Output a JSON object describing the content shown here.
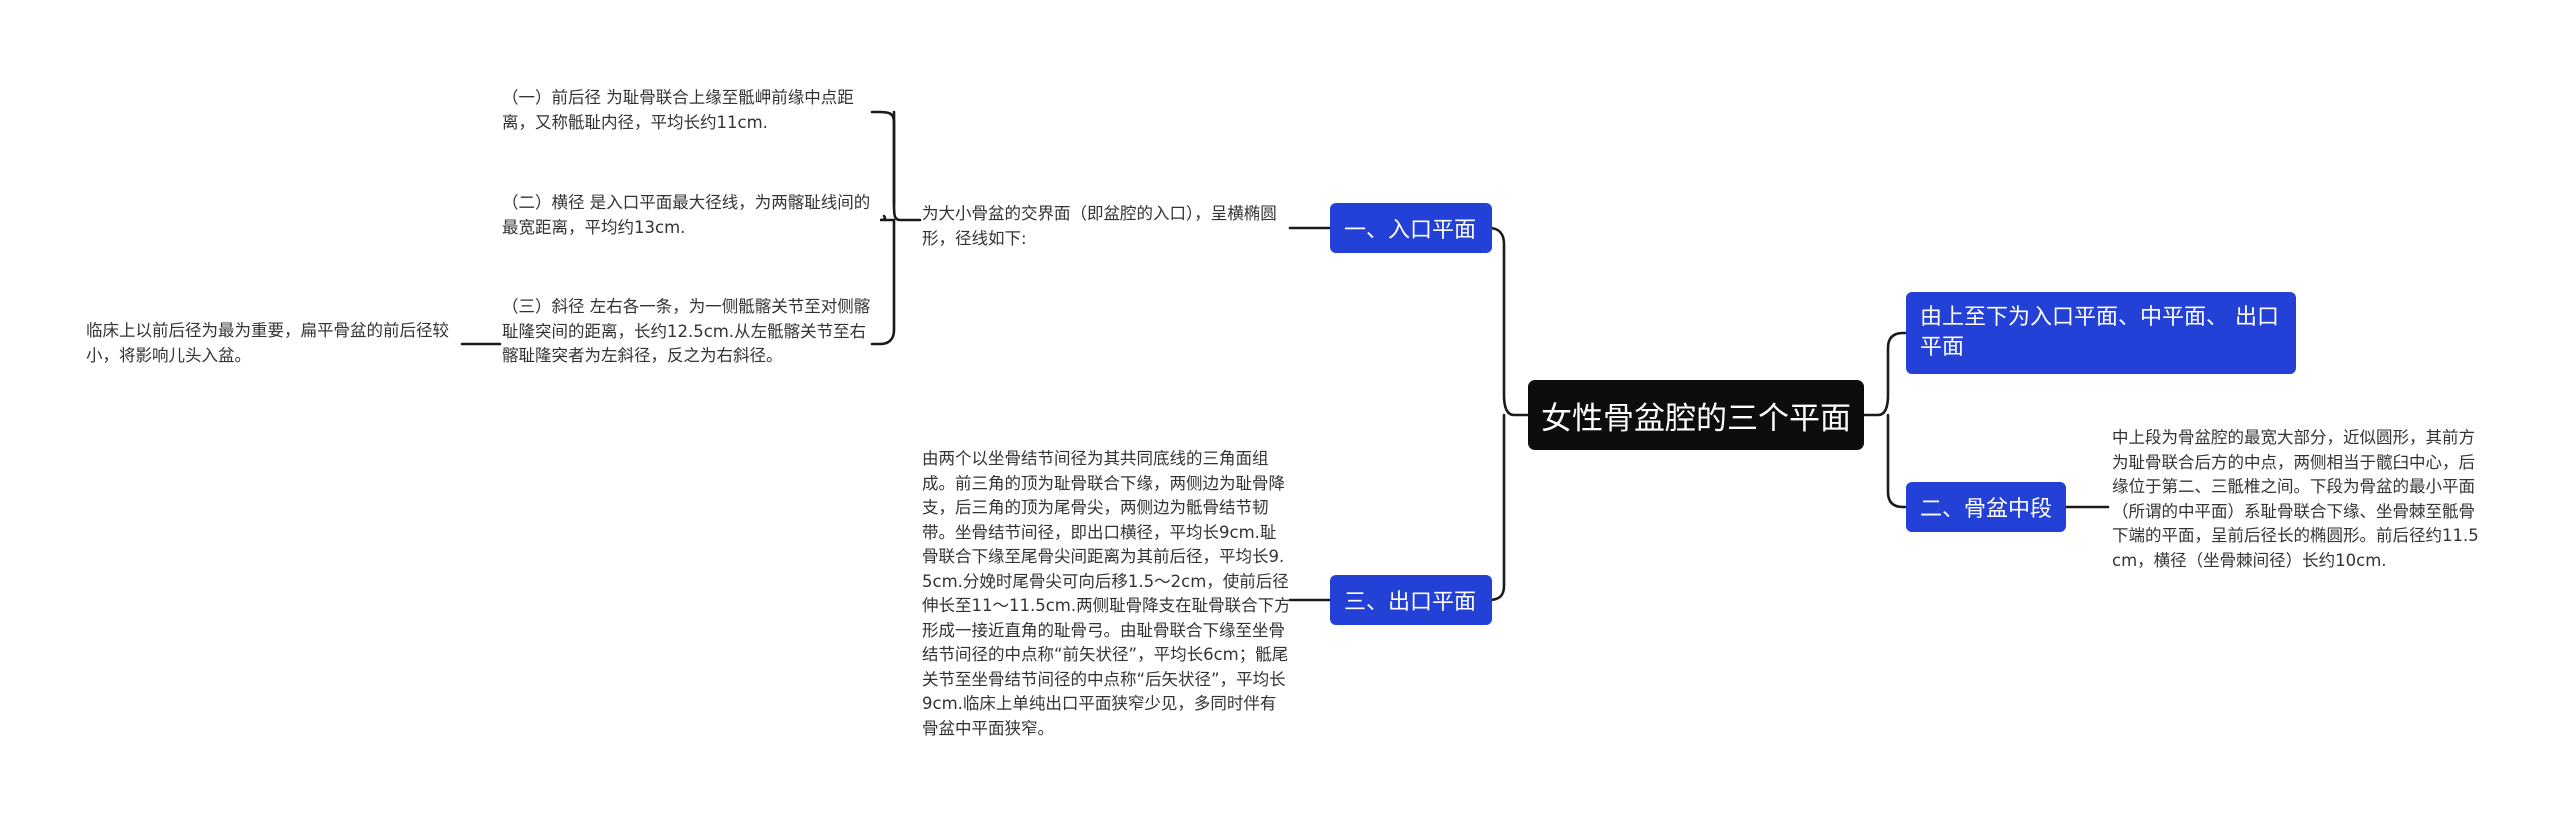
{
  "root": {
    "label": "女性骨盆腔的三个平面"
  },
  "right": {
    "branch1": {
      "label": "由上至下为入口平面、中平面、 出口平面"
    },
    "branch2": {
      "label": "二、骨盆中段",
      "detail": "中上段为骨盆腔的最宽大部分，近似圆形，其前方为耻骨联合后方的中点，两侧相当于髋臼中心，后缘位于第二、三骶椎之间。下段为骨盆的最小平面（所谓的中平面）系耻骨联合下缘、坐骨棘至骶骨下端的平面，呈前后径长的椭圆形。前后径约11.5cm，横径（坐骨棘间径）长约10cm."
    }
  },
  "left": {
    "inlet": {
      "label": "一、入口平面",
      "detail": "为大小骨盆的交界面（即盆腔的入口），呈横椭圆形，径线如下:",
      "items": [
        "（一）前后径 为耻骨联合上缘至骶岬前缘中点距离，又称骶耻内径，平均长约11cm.",
        "（二）横径 是入口平面最大径线，为两髂耻线间的最宽距离，平均约13cm.",
        "（三）斜径 左右各一条，为一侧骶髂关节至对侧髂耻隆突间的距离，长约12.5cm.从左骶髂关节至右髂耻隆突者为左斜径，反之为右斜径。"
      ],
      "clinical_note": "临床上以前后径为最为重要，扁平骨盆的前后径较小，将影响儿头入盆。"
    },
    "outlet": {
      "label": "三、出口平面",
      "detail": "由两个以坐骨结节间径为其共同底线的三角面组成。前三角的顶为耻骨联合下缘，两侧边为耻骨降支，后三角的顶为尾骨尖，两侧边为骶骨结节韧带。坐骨结节间径，即出口横径，平均长9cm.耻骨联合下缘至尾骨尖间距离为其前后径，平均长9.5cm.分娩时尾骨尖可向后移1.5～2cm，使前后径伸长至11～11.5cm.两侧耻骨降支在耻骨联合下方形成一接近直角的耻骨弓。由耻骨联合下缘至坐骨结节间径的中点称“前矢状径”，平均长6cm；骶尾关节至坐骨结节间径的中点称“后矢状径”，平均长9cm.临床上单纯出口平面狭窄少见，多同时伴有骨盆中平面狭窄。"
    }
  },
  "colors": {
    "root_bg": "#0d0d0f",
    "branch_bg": "#2341d6",
    "line": "#1a1a1a",
    "text": "#333333"
  }
}
